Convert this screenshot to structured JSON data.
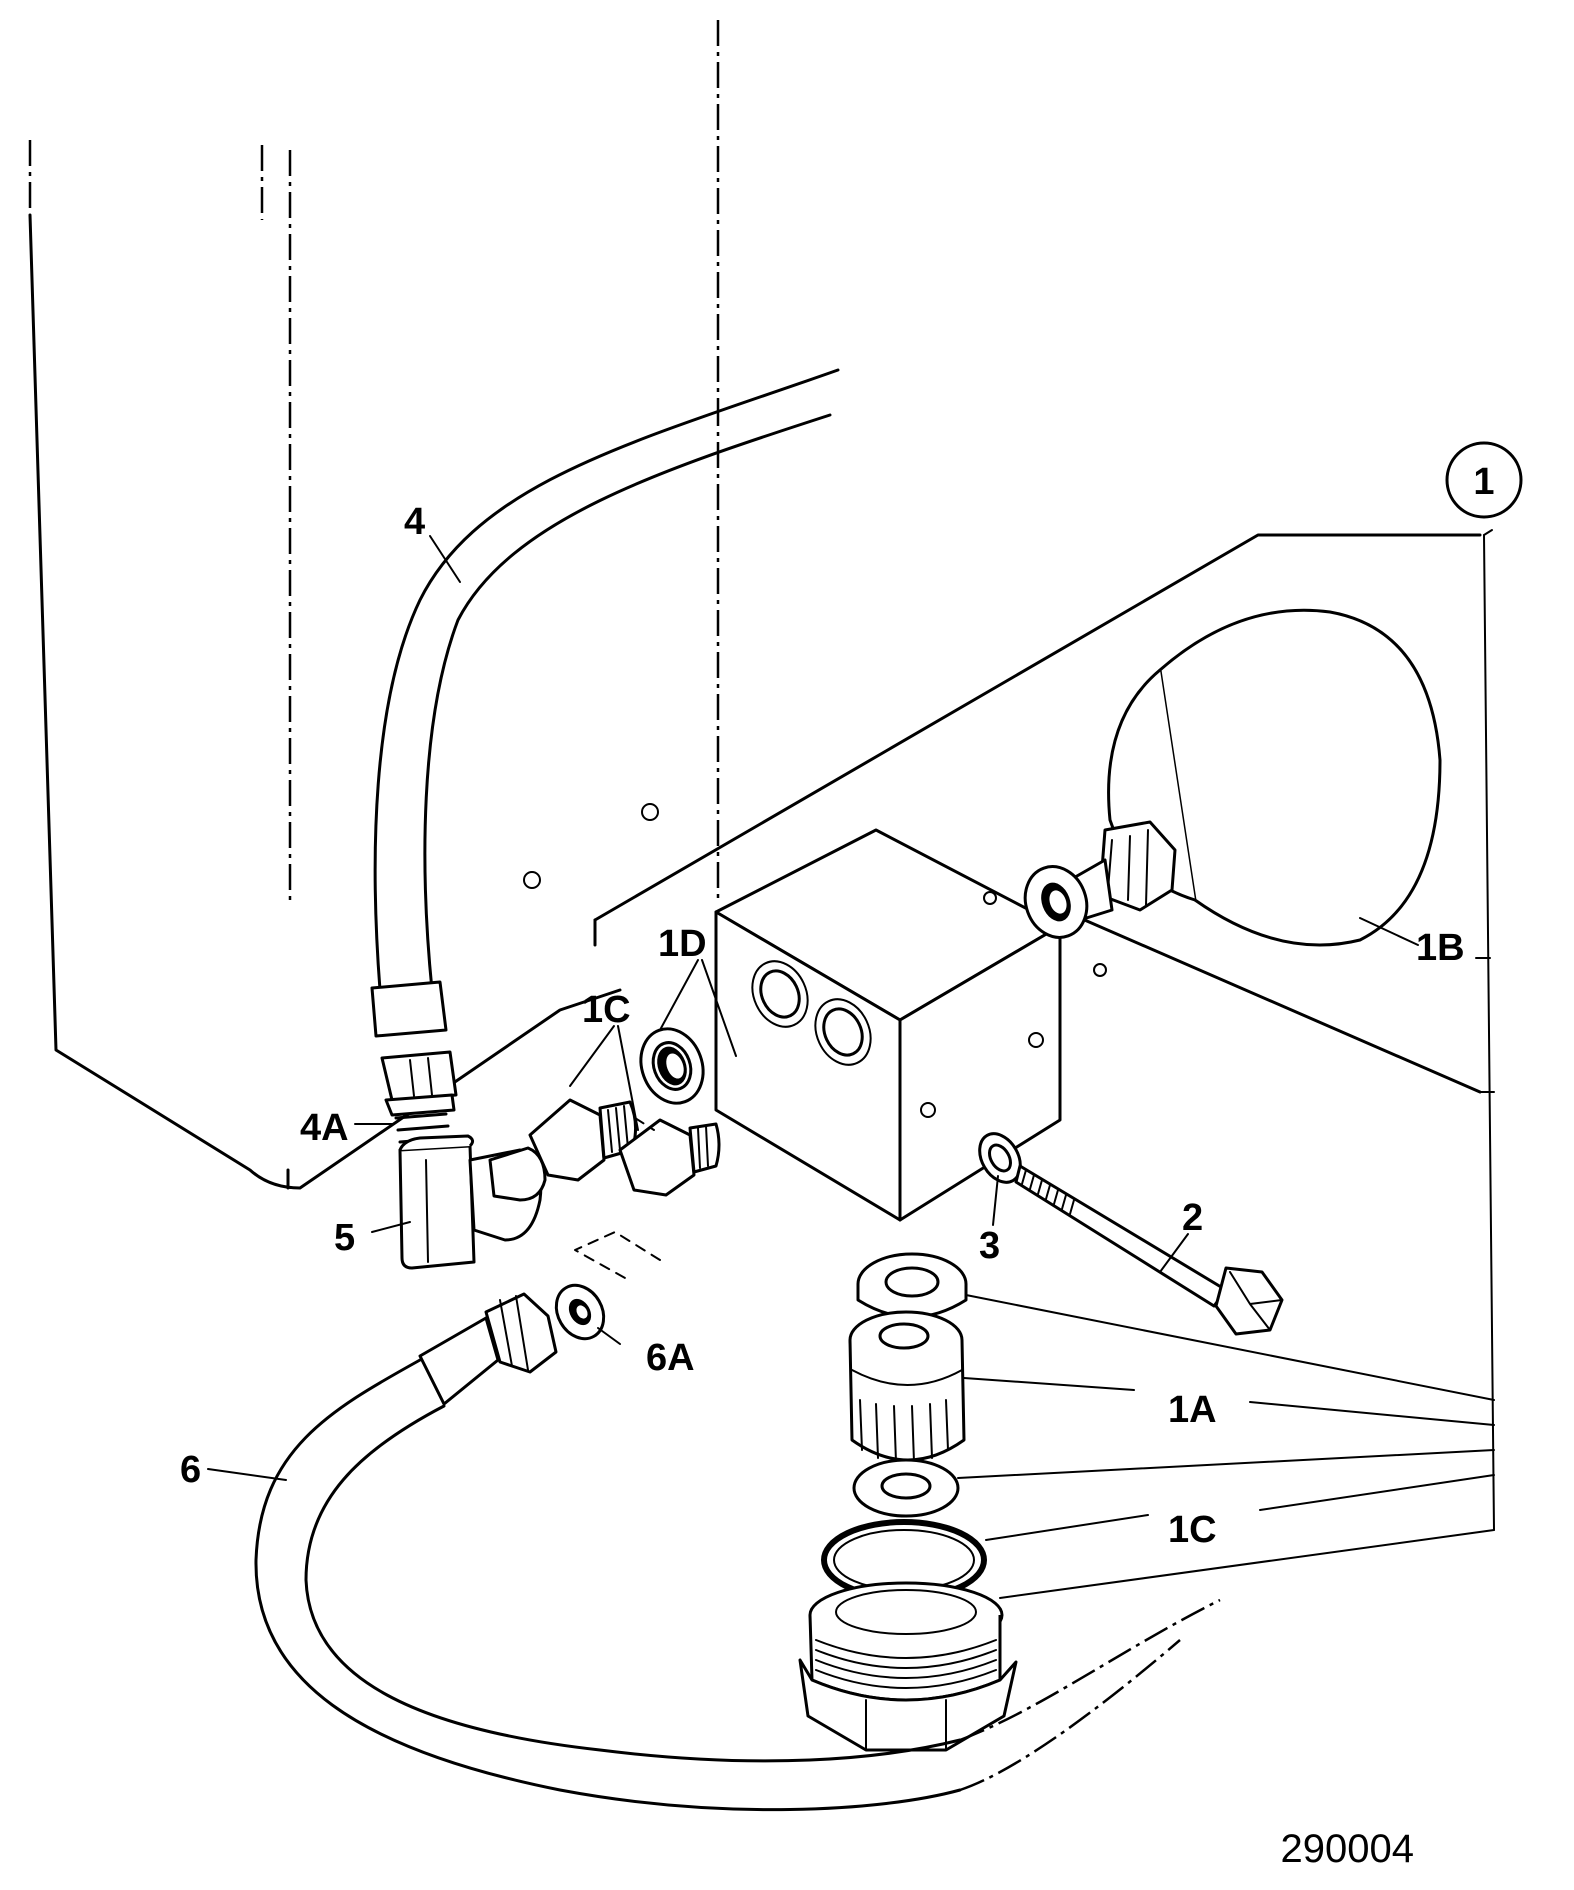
{
  "callout": "1",
  "labels": {
    "l4": "4",
    "l4A": "4A",
    "l5": "5",
    "l1C_top": "1C",
    "l1D": "1D",
    "l1B": "1B",
    "l2": "2",
    "l3": "3",
    "l1A": "1A",
    "l1C_bottom": "1C",
    "l6": "6",
    "l6A": "6A"
  },
  "figure_number": "290004"
}
